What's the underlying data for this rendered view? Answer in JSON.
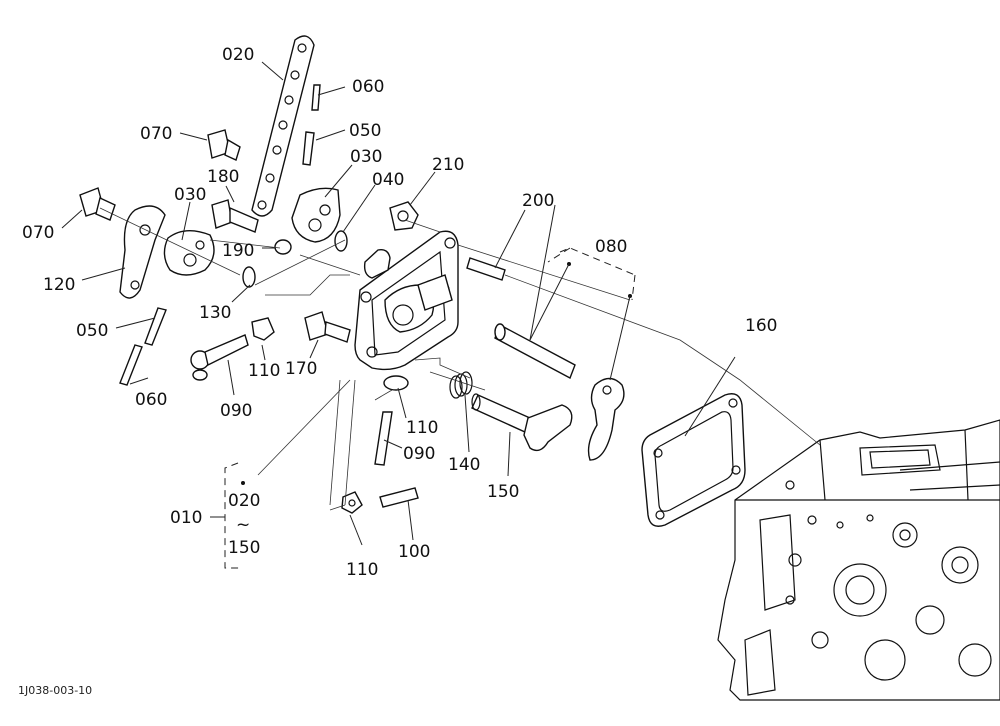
{
  "diagram": {
    "drawing_code": "1J038-003-10",
    "callouts": {
      "c020_top": "020",
      "c060_top": "060",
      "c070_top": "070",
      "c050_top": "050",
      "c030_top": "030",
      "c040": "040",
      "c210": "210",
      "c180": "180",
      "c030_left": "030",
      "c070_left": "070",
      "c190": "190",
      "c200": "200",
      "c080": "080",
      "c120": "120",
      "c130": "130",
      "c160": "160",
      "c050_left": "050",
      "c110_a": "110",
      "c170": "170",
      "c060_left": "060",
      "c090_a": "090",
      "c110_b": "110",
      "c090_b": "090",
      "c140": "140",
      "c150": "150",
      "c010": "010",
      "c020_range": "020",
      "c_tilde": "~",
      "c150_range": "150",
      "c110_c": "110",
      "c100": "100"
    }
  }
}
